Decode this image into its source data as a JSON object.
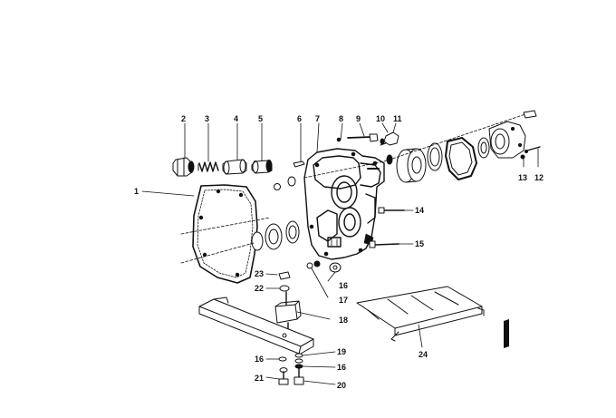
{
  "labels": {
    "p1": "1",
    "p2": "2",
    "p3": "3",
    "p4": "4",
    "p5": "5",
    "p6": "6",
    "p7": "7",
    "p8": "8",
    "p9": "9",
    "p10": "10",
    "p11": "11",
    "p12": "12",
    "p13": "13",
    "p14": "14",
    "p15": "15",
    "p16a": "16",
    "p16b": "16",
    "p16c": "16",
    "p17": "17",
    "p18": "18",
    "p19": "19",
    "p20": "20",
    "p21": "21",
    "p22": "22",
    "p23": "23",
    "p24": "24"
  },
  "corner_mark": "1",
  "watermark": "",
  "colors": {
    "ink": "#111111",
    "background": "#ffffff"
  }
}
